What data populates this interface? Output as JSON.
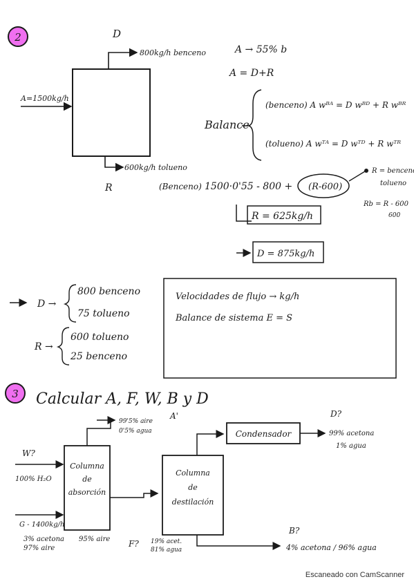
{
  "problem2": {
    "number": "2",
    "d_label": "D",
    "d_stream": "800kg/h benceno",
    "a_feed": "A=1500kg/h",
    "r_stream": "600kg/h tolueno",
    "r_label": "R",
    "eq1": "A → 55% b",
    "eq2": "A = D+R",
    "balance_label": "Balance",
    "eq_benzene": "(benceno)  A wᴮᴬ = D wᴮᴰ + R wᴮᴿ",
    "eq_toluene": "(tolueno)  A wᵀᴬ = D wᵀᴰ + R wᵀᴿ",
    "benzene_tag": "(Benceno)",
    "benzene_eq": "1500·0'55 - 800 +",
    "r_expr": "(R-600)",
    "note1": "R = benceno y",
    "note2": "tolueno",
    "note3": "Rb = R - 600",
    "note4": "600",
    "result_r": "R = 625kg/h",
    "result_d": "D = 875kg/h"
  },
  "summary": {
    "d_label": "D →",
    "d_benzene": "800 benceno",
    "d_toluene": "75 tolueno",
    "r_label": "R →",
    "r_toluene": "600 tolueno",
    "r_benzene": "25 benceno"
  },
  "notes": {
    "line1": "Velocidades de flujo → kg/h",
    "line2": "Balance de sistema  E = S"
  },
  "problem3": {
    "number": "3",
    "title": "Calcular A, F, W, B y D",
    "absorption": {
      "line1": "Columna",
      "line2": "de",
      "line3": "absorción"
    },
    "a_prime": {
      "label": "A'",
      "comp1": "99'5% aire",
      "comp2": "0'5% agua"
    },
    "w": {
      "label": "W?",
      "comp": "100% H₂O"
    },
    "g": {
      "label": "G - 1400kg/h",
      "comp1": "3% acetona",
      "comp2": "97% aire"
    },
    "f": {
      "label": "F?",
      "comp_left": "95% aire",
      "comp1": "19% acet.",
      "comp2": "81% agua"
    },
    "distillation": {
      "line1": "Columna",
      "line2": "de",
      "line3": "destilación"
    },
    "condenser": "Condensador",
    "d_prime": {
      "label": "D?",
      "comp1": "99% acetona",
      "comp2": "1% agua"
    },
    "b": {
      "label": "B?",
      "comp": "4% acetona / 96% agua"
    }
  },
  "footer": {
    "watermark": "Escaneado con CamScanner"
  }
}
